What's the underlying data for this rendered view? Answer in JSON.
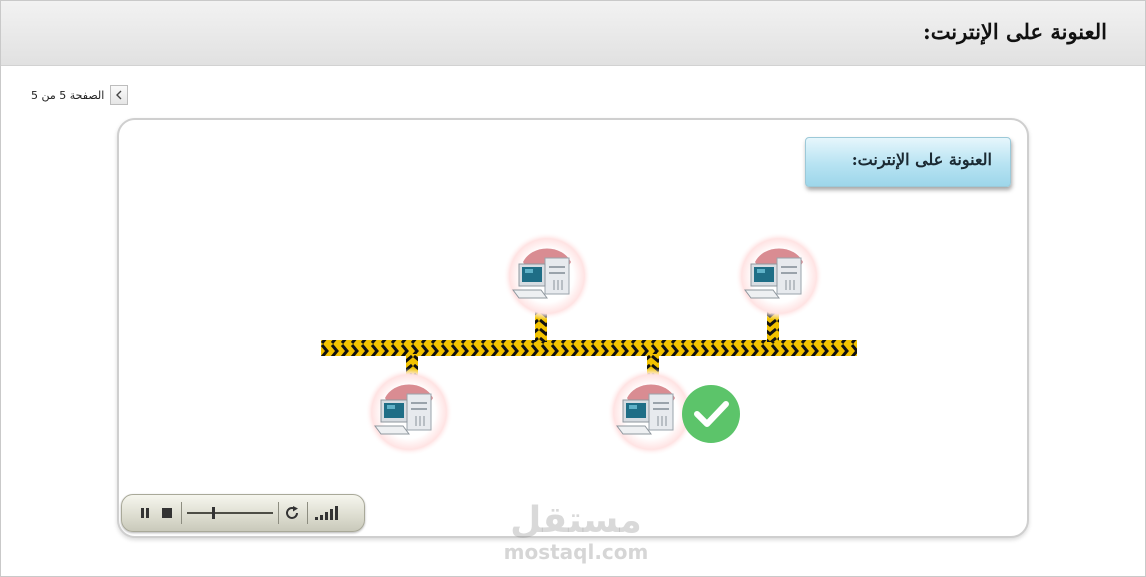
{
  "header": {
    "title": "العنونة على الإنترنت:"
  },
  "pager": {
    "text": "الصفحة 5 من 5",
    "prev_icon": "chevron-left-icon"
  },
  "slide": {
    "label": "العنونة على الإنترنت:",
    "check_color": "#5cc46a",
    "cable_colors": [
      "#f2c200",
      "#111111"
    ]
  },
  "player": {
    "controls": [
      "pause-icon",
      "stop-icon",
      "seek-slider",
      "replay-icon",
      "volume-icon"
    ],
    "seek_position": 0.3
  },
  "watermark": {
    "arabic": "مستقل",
    "latin": "mostaql.com"
  }
}
